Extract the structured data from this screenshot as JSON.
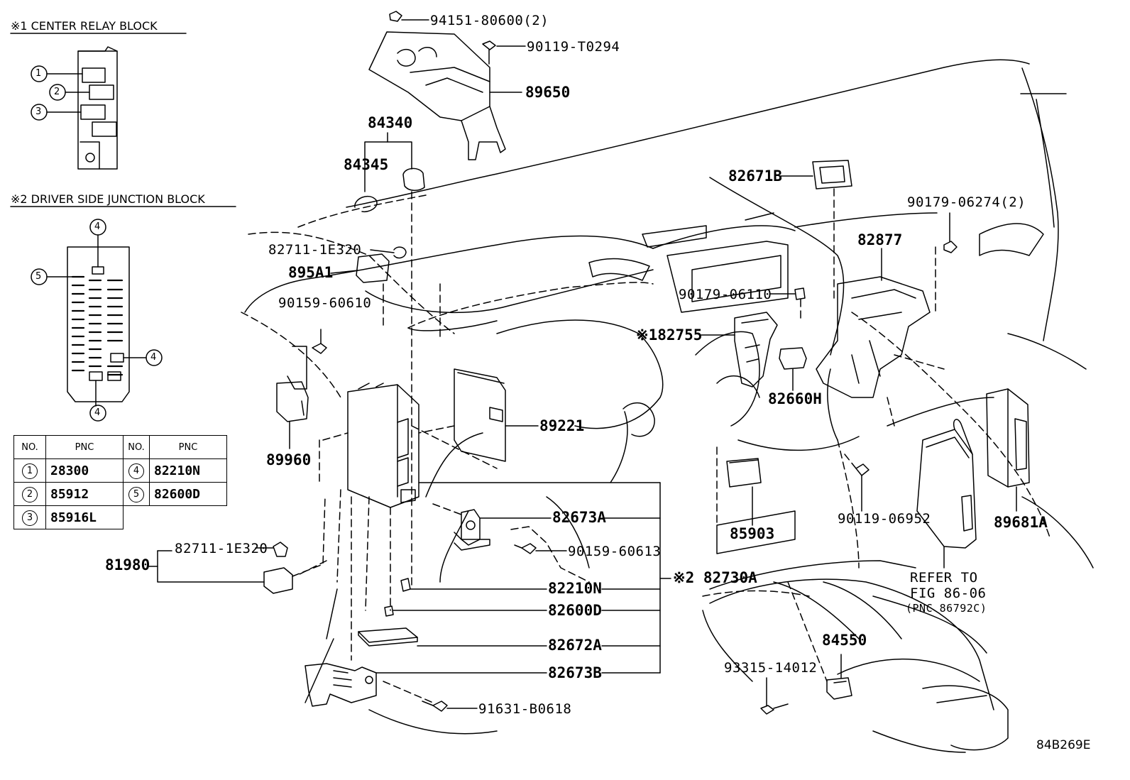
{
  "figure_code": "84B269E",
  "notes": {
    "center_relay_block": "※1 CENTER RELAY BLOCK",
    "driver_junction_block": "※2 DRIVER SIDE JUNCTION BLOCK"
  },
  "callout_numbers": [
    "1",
    "2",
    "3",
    "4",
    "5"
  ],
  "pnc_table": {
    "headers": [
      "NO.",
      "PNC",
      "NO.",
      "PNC"
    ],
    "rows": [
      {
        "no_a": "1",
        "pnc_a": "28300",
        "no_b": "4",
        "pnc_b": "82210N"
      },
      {
        "no_a": "2",
        "pnc_a": "85912",
        "no_b": "5",
        "pnc_b": "82600D"
      },
      {
        "no_a": "3",
        "pnc_a": "85916L",
        "no_b": "",
        "pnc_b": ""
      }
    ]
  },
  "parts": {
    "p94151": "94151-80600(2)",
    "p90119_T0294": "90119-T0294",
    "p89650": "89650",
    "p84340": "84340",
    "p84345": "84345",
    "p82711_upper": "82711-1E320",
    "p895A1": "895A1",
    "p90159_60610": "90159-60610",
    "p89960": "89960",
    "p89221": "89221",
    "p82673A": "82673A",
    "p90159_60613": "90159-60613",
    "p82210N": "82210N",
    "p82600D": "82600D",
    "p82672A": "82672A",
    "p82673B": "82673B",
    "p91631": "91631-B0618",
    "p81980": "81980",
    "p82711_lower": "82711-1E320",
    "p82730A": "※2 82730A",
    "p82671B": "82671B",
    "p90179_06274": "90179-06274(2)",
    "p82877": "82877",
    "p90179_06110": "90179-06110",
    "p82755": "※182755",
    "p82660H": "82660H",
    "p85903": "85903",
    "p90119_06952": "90119-06952",
    "p89681A": "89681A",
    "refer_line1": "REFER TO",
    "refer_line2": "FIG 86-06",
    "refer_line3": "(PNC 86792C)",
    "p84550": "84550",
    "p93315": "93315-14012"
  }
}
